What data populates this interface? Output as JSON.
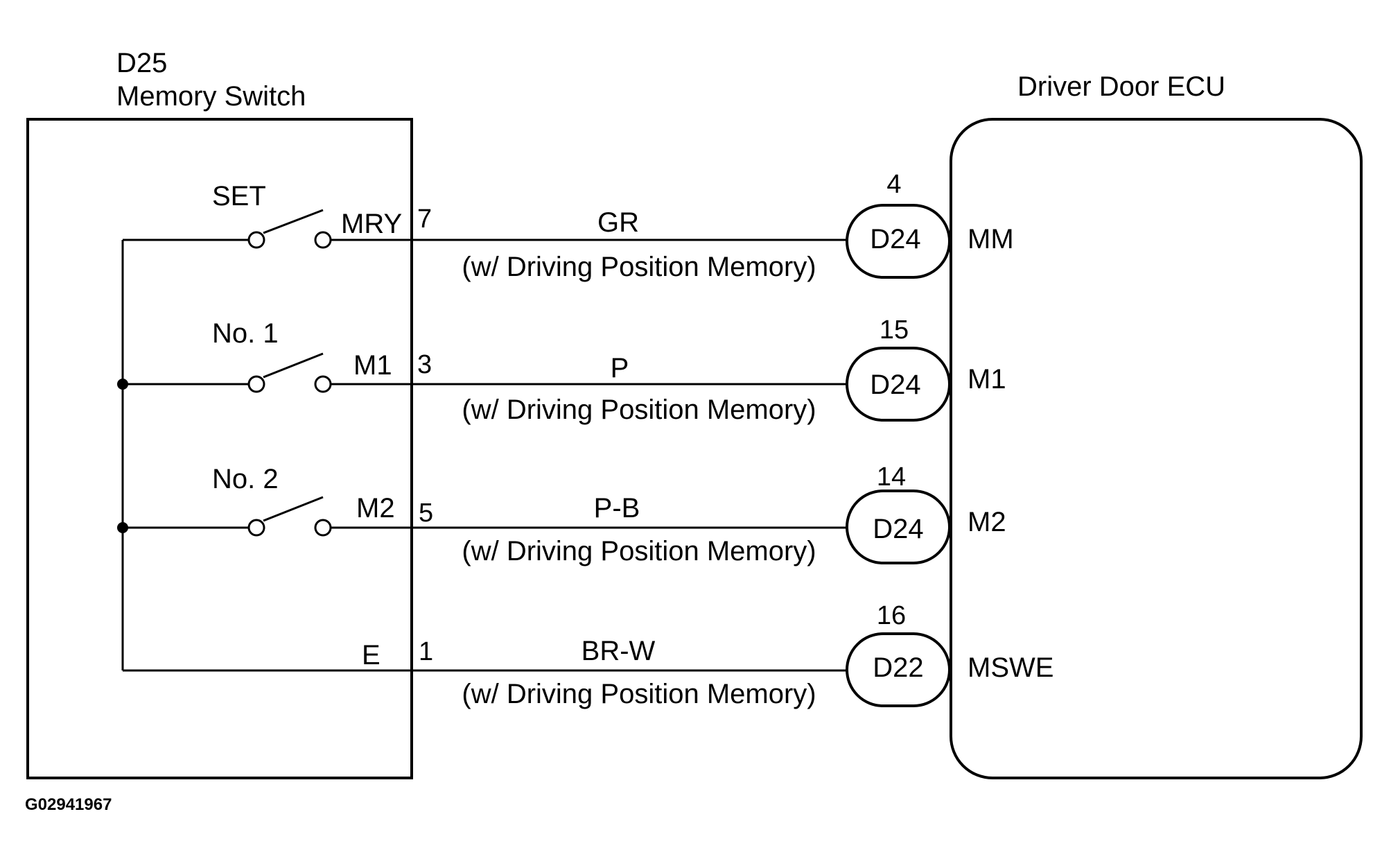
{
  "memory_switch": {
    "code": "D25",
    "name": "Memory Switch"
  },
  "ecu": {
    "name": "Driver Door ECU"
  },
  "circuits": [
    {
      "switch_label": "SET",
      "terminal_name": "MRY",
      "pin": "7",
      "wire_color": "GR",
      "condition": "(w/ Driving Position Memory)",
      "connector": "D24",
      "connector_pin": "4",
      "ecu_terminal": "MM"
    },
    {
      "switch_label": "No. 1",
      "terminal_name": "M1",
      "pin": "3",
      "wire_color": "P",
      "condition": "(w/ Driving Position Memory)",
      "connector": "D24",
      "connector_pin": "15",
      "ecu_terminal": "M1"
    },
    {
      "switch_label": "No. 2",
      "terminal_name": "M2",
      "pin": "5",
      "wire_color": "P-B",
      "condition": "(w/ Driving Position Memory)",
      "connector": "D24",
      "connector_pin": "14",
      "ecu_terminal": "M2"
    },
    {
      "switch_label": "",
      "terminal_name": "E",
      "pin": "1",
      "wire_color": "BR-W",
      "condition": "(w/ Driving Position Memory)",
      "connector": "D22",
      "connector_pin": "16",
      "ecu_terminal": "MSWE"
    }
  ],
  "figure_id": "G02941967"
}
